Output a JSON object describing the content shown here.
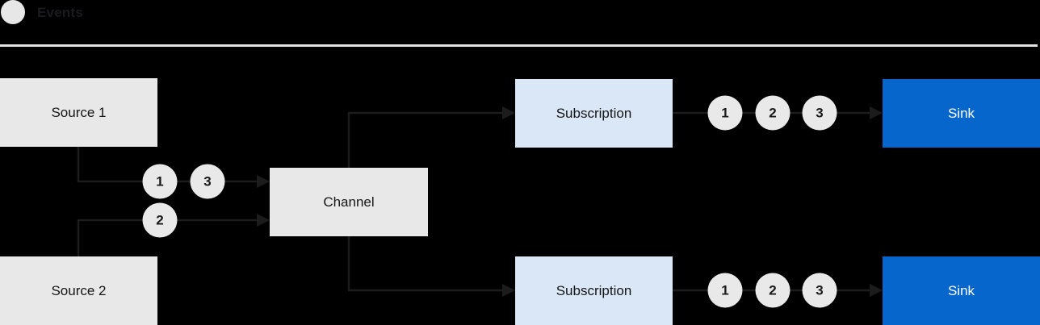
{
  "diagram": {
    "legend": {
      "label": "Events",
      "swatch": "gray-circle"
    },
    "nodes": {
      "source1": {
        "label": "Source 1"
      },
      "source2": {
        "label": "Source 2"
      },
      "channel": {
        "label": "Channel"
      },
      "subscription_top": {
        "label": "Subscription"
      },
      "subscription_bottom": {
        "label": "Subscription"
      },
      "sink_top": {
        "label": "Sink"
      },
      "sink_bottom": {
        "label": "Sink"
      }
    },
    "event_markers": {
      "source1_to_channel": [
        "1",
        "3"
      ],
      "source2_to_channel": [
        "2"
      ],
      "subscription_top_to_sink": [
        "1",
        "2",
        "3"
      ],
      "subscription_bottom_to_sink": [
        "1",
        "2",
        "3"
      ]
    },
    "flows": [
      "Source 1 -> Channel (events 1, 3)",
      "Source 2 -> Channel (event 2)",
      "Channel -> Subscription (top)",
      "Channel -> Subscription (bottom)",
      "Subscription (top) -> Sink (events 1, 2, 3)",
      "Subscription (bottom) -> Sink (events 1, 2, 3)"
    ],
    "colors": {
      "background": "#000000",
      "node_gray": "#E8E8E8",
      "subscription_blue": "#D9E7F6",
      "sink_blue": "#0666CC",
      "event_circle_fill": "#E9E9E9",
      "connector": "#1C1C1C",
      "text_dark": "#151515",
      "text_light": "#FFFFFF",
      "divider": "#E4E4E4"
    }
  }
}
